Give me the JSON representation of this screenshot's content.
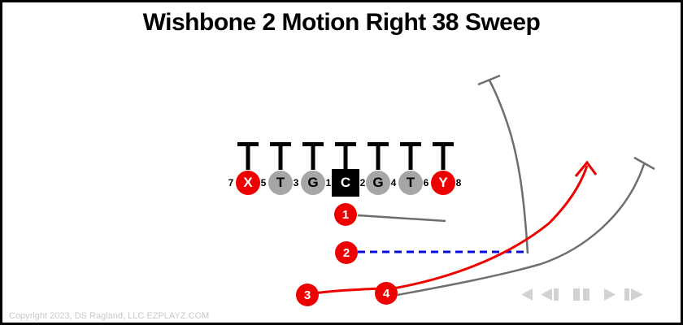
{
  "title": "Wishbone 2 Motion Right 38 Sweep",
  "footer": {
    "copyright": "Copyright 2023, DS Ragland, LLC EZPLAYZ.COM"
  },
  "colors": {
    "player_red": "#ee0000",
    "player_gray": "#a6a6a6",
    "center_black": "#000000",
    "route_gray": "#6e6e6e",
    "route_red": "#ee0000",
    "motion_blue": "#0808e0",
    "controls_gray": "#d2d2d2",
    "copyright_gray": "#c9c9c9"
  },
  "line": {
    "players": [
      {
        "label": "X",
        "color": "red"
      },
      {
        "label": "T",
        "color": "gray"
      },
      {
        "label": "G",
        "color": "gray"
      },
      {
        "label": "C",
        "color": "black"
      },
      {
        "label": "G",
        "color": "gray"
      },
      {
        "label": "T",
        "color": "gray"
      },
      {
        "label": "Y",
        "color": "red"
      }
    ],
    "gap_numbers": [
      "7",
      "5",
      "3",
      "1",
      "2",
      "4",
      "6",
      "8"
    ]
  },
  "backs": [
    {
      "label": "1"
    },
    {
      "label": "2"
    },
    {
      "label": "3"
    },
    {
      "label": "4"
    }
  ],
  "routes": [
    {
      "from": "back-1",
      "style": "solid",
      "color": "gray",
      "ending": "plain"
    },
    {
      "from": "back-2",
      "style": "dashed",
      "color": "blue",
      "ending": "joins-block-route"
    },
    {
      "from": "motion-end",
      "style": "solid",
      "color": "gray",
      "ending": "block"
    },
    {
      "from": "back-3",
      "style": "solid",
      "color": "red",
      "ending": "arrow",
      "through": "back-4"
    },
    {
      "from": "back-4",
      "style": "solid",
      "color": "gray",
      "ending": "block"
    }
  ],
  "controls": {
    "buttons": [
      "rewind",
      "step-back",
      "pause",
      "play",
      "step-forward"
    ]
  }
}
